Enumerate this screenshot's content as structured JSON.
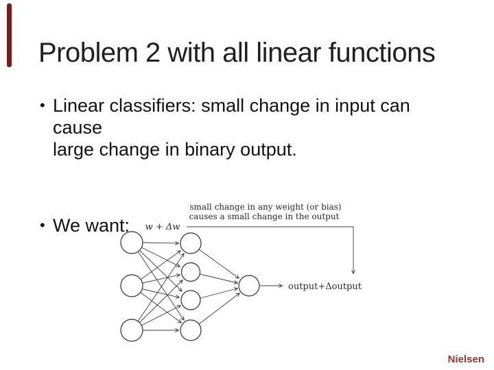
{
  "slide": {
    "title": "Problem 2 with all linear functions",
    "bullet_char": "•",
    "bullets": [
      {
        "line1": "Linear classifiers: small change in input can cause",
        "line2": "large change in binary output."
      },
      {
        "line1": "We want:"
      }
    ],
    "attribution": "Nielsen"
  },
  "figure": {
    "caption_line1": "small change in any weight (or bias)",
    "caption_line2": "causes a small change in the output",
    "weight_label": "w + Δw",
    "output_label": "output+Δoutput",
    "network_structure": {
      "type": "feedforward-neural-network",
      "input_nodes": 3,
      "hidden_nodes": 4,
      "output_nodes": 1,
      "edges": "fully-connected with arrowheads"
    }
  },
  "colors": {
    "accent_bar": "#731f1f",
    "attribution_text": "#943634",
    "body_text": "#111111",
    "figure_ink": "#2e2e2e",
    "background": "#ffffff"
  }
}
